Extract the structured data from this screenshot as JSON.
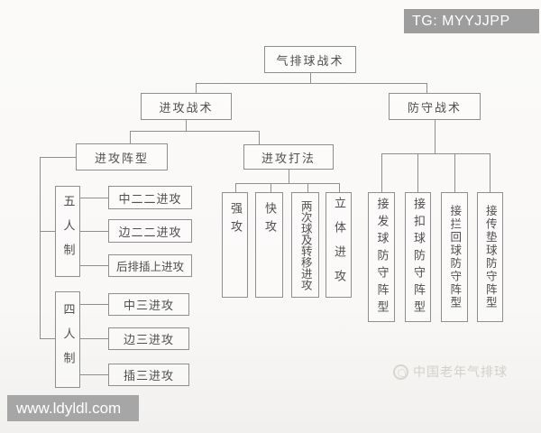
{
  "badges": {
    "tg": "TG: MYYJJPP",
    "url": "www.ldyldl.com"
  },
  "watermark": {
    "icon": "wechat-logo-icon",
    "text": "中国老年气排球"
  },
  "colors": {
    "line": "#8e8e8e",
    "text": "#4f4f4f",
    "badge_bg": "#9d9d9d",
    "watermark": "#d3d0ca",
    "background": "#f9f8f6"
  },
  "tree": {
    "root": "气排球战术",
    "offense": "进攻战术",
    "defense": "防守战术",
    "offense_formation": "进攻阵型",
    "offense_play": "进攻打法",
    "five_player": "五人制",
    "four_player": "四人制",
    "five_children": [
      "中二二进攻",
      "边二二进攻",
      "后排插上进攻"
    ],
    "four_children": [
      "中三进攻",
      "边三进攻",
      "插三进攻"
    ],
    "play_children": [
      "强攻",
      "快攻",
      "两次球及转移进攻",
      "立体进攻"
    ],
    "defense_children": [
      "接发球防守阵型",
      "接扣球防守阵型",
      "接拦回球防守阵型",
      "接传垫球防守阵型"
    ]
  }
}
